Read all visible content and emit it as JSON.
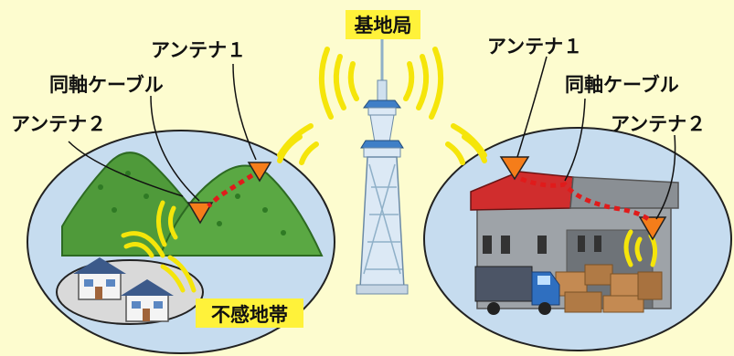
{
  "labels": {
    "base_station": "基地局",
    "left_antenna1": "アンテナ１",
    "left_coax": "同軸ケーブル",
    "left_antenna2": "アンテナ２",
    "dead_zone": "不感地帯",
    "right_antenna1": "アンテナ１",
    "right_coax": "同軸ケーブル",
    "right_antenna2": "アンテナ２"
  },
  "colors": {
    "background": "#fdfccf",
    "highlight": "#fff23a",
    "antenna": "#f57d1a",
    "cable": "#e01b1b",
    "wave": "#f5e50a",
    "ellipse": "#c6dcef"
  },
  "icons": [
    "radio-tower-icon",
    "mountain-icon",
    "house-icon",
    "warehouse-icon",
    "truck-icon",
    "cardboard-box-icon",
    "antenna-triangle-icon",
    "radio-wave-icon"
  ]
}
